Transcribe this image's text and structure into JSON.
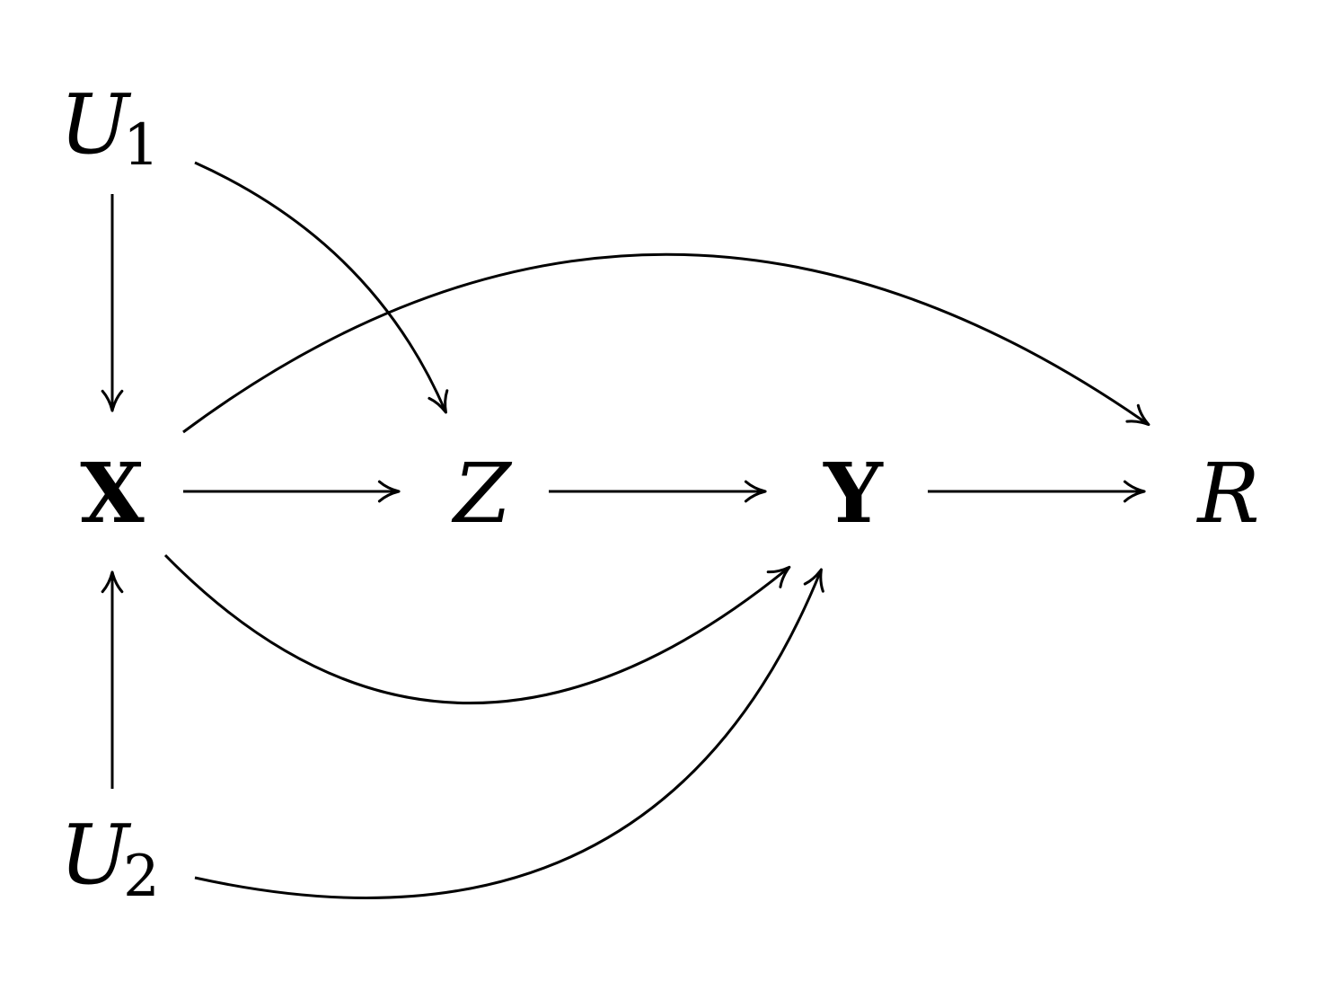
{
  "nodes": {
    "U1": {
      "symbol": "U",
      "subscript": "1"
    },
    "U2": {
      "symbol": "U",
      "subscript": "2"
    },
    "X": {
      "symbol": "X"
    },
    "Z": {
      "symbol": "Z"
    },
    "Y": {
      "symbol": "Y"
    },
    "R": {
      "symbol": "R"
    }
  },
  "edges": [
    {
      "from": "U1",
      "to": "X"
    },
    {
      "from": "U1",
      "to": "Z"
    },
    {
      "from": "U2",
      "to": "X"
    },
    {
      "from": "U2",
      "to": "Y"
    },
    {
      "from": "X",
      "to": "Z"
    },
    {
      "from": "X",
      "to": "Y"
    },
    {
      "from": "X",
      "to": "R"
    },
    {
      "from": "Z",
      "to": "Y"
    },
    {
      "from": "Y",
      "to": "R"
    }
  ],
  "colors": {
    "stroke": "#000000",
    "background": "#ffffff"
  }
}
